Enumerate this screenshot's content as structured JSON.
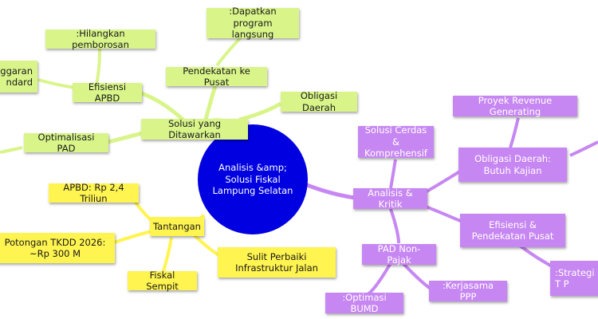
{
  "center": "Analisis &amp; Solusi Fiskal Lampung Selatan",
  "solusi": {
    "main": "Solusi yang Ditawarkan",
    "efisiensi_apbd": "Efisiensi APBD",
    "hilangkan": ":Hilangkan pemborosan",
    "anggaran": "nggaran ndard",
    "optimalisasi_pad": "Optimalisasi PAD",
    "pendekatan_pusat": "Pendekatan ke Pusat",
    "dapatkan": ":Dapatkan program langsung",
    "obligasi": "Obligasi Daerah"
  },
  "tantangan": {
    "main": "Tantangan",
    "apbd": "APBD: Rp 2,4 Triliun",
    "potongan": "Potongan TKDD 2026: ~Rp 300 M",
    "fiskal": "Fiskal Sempit",
    "infrastruktur": "Sulit Perbaiki Infrastruktur Jalan"
  },
  "analisis": {
    "main": "Analisis & Kritik",
    "solusi_cerdas": "Solusi Cerdas & Komprehensif",
    "obligasi_kajian": "Obligasi Daerah: Butuh Kajian",
    "proyek_revenue": "Proyek Revenue Generating",
    "efisiensi_pusat": "Efisiensi & Pendekatan Pusat",
    "strategi": ":Strategi T P",
    "pad_non_pajak": "PAD Non-Pajak",
    "kerjasama": ":Kerjasama PPP",
    "optimasi_bumd": ":Optimasi BUMD"
  },
  "colors": {
    "solusi_green": "#d9f58a",
    "tantangan_yellow": "#fff450",
    "analisis_purple": "#c787f2",
    "center_blue": "#0000e0"
  }
}
